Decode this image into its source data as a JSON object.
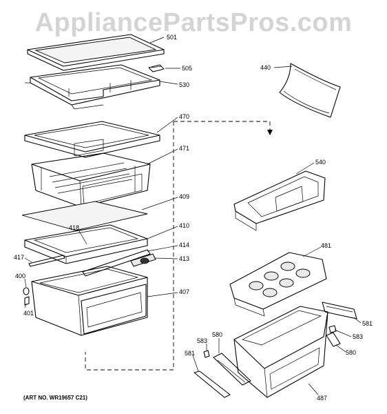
{
  "watermark": "AppliancePartsPros.com",
  "art_number": "(ART NO. WR19657 C21)",
  "callouts": {
    "c501": "501",
    "c505": "505",
    "c530": "530",
    "c470": "470",
    "c471": "471",
    "c409": "409",
    "c418": "418",
    "c410": "410",
    "c414": "414",
    "c417": "417",
    "c413": "413",
    "c400": "400",
    "c401": "401",
    "c407": "407",
    "c440": "440",
    "c540": "540",
    "c481": "481",
    "c581a": "581",
    "c583a": "583",
    "c580a": "580",
    "c581b": "581",
    "c583b": "583",
    "c580b": "580",
    "c487": "487"
  }
}
